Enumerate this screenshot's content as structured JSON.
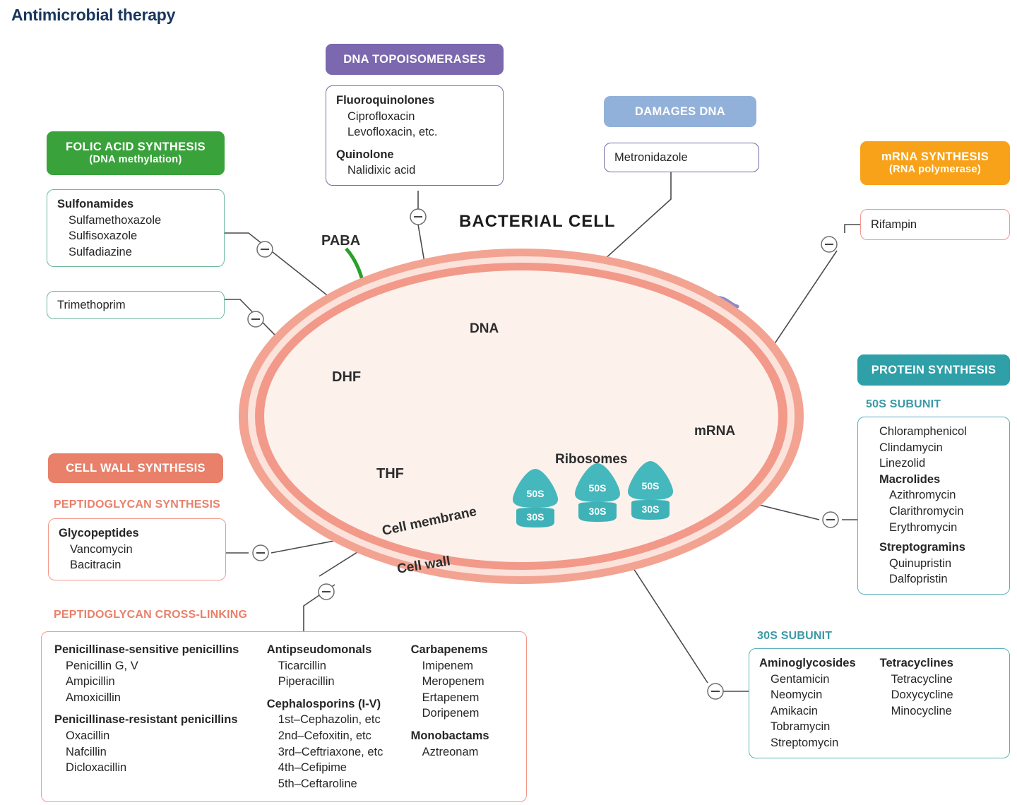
{
  "page": {
    "title": "Antimicrobial therapy"
  },
  "colors": {
    "title": "#17365d",
    "folic_green": "#3aa23b",
    "topo_purple": "#7b68ae",
    "damages_blue": "#92b1da",
    "mrna_orange": "#f8a21a",
    "cellwall_salmon": "#e8806a",
    "protein_teal": "#2f9fa8",
    "subunit_teal": "#3a9aa6",
    "cell_wall": "#f3a391",
    "cell_membrane": "#f2998a",
    "cytoplasm": "#fdf1ec",
    "dna_purple": "#6c6bac",
    "mrna_yellow": "#f5a623",
    "ribosome_teal": "#45b8bd",
    "arrow_green": "#2aa02a",
    "connector": "#4a4a4a"
  },
  "cell": {
    "name": "BACTERIAL CELL",
    "dna_label": "DNA",
    "mrna_label": "mRNA",
    "ribosomes_label": "Ribosomes",
    "paba": "PABA",
    "dhf": "DHF",
    "thf": "THF",
    "membrane_label": "Cell membrane",
    "wall_label": "Cell wall",
    "ribosomes": [
      {
        "large": "50S",
        "small": "30S"
      },
      {
        "large": "50S",
        "small": "30S"
      },
      {
        "large": "50S",
        "small": "30S"
      }
    ]
  },
  "sections": {
    "folic_acid": {
      "header_line1": "FOLIC ACID SYNTHESIS",
      "header_line2": "(DNA methylation)",
      "box1": {
        "group": "Sulfonamides",
        "items": [
          "Sulfamethoxazole",
          "Sulfisoxazole",
          "Sulfadiazine"
        ]
      },
      "box2_text": "Trimethoprim"
    },
    "dna_topoisomerases": {
      "header": "DNA TOPOISOMERASES",
      "group1": "Fluoroquinolones",
      "group1_items": [
        "Ciprofloxacin",
        "Levofloxacin, etc."
      ],
      "group2": "Quinolone",
      "group2_items": [
        "Nalidixic acid"
      ]
    },
    "damages_dna": {
      "header": "DAMAGES DNA",
      "box_text": "Metronidazole"
    },
    "mrna_synthesis": {
      "header_line1": "mRNA SYNTHESIS",
      "header_line2": "(RNA polymerase)",
      "box_text": "Rifampin"
    },
    "protein_synthesis": {
      "header": "PROTEIN SYNTHESIS",
      "subunit50_label": "50S SUBUNIT",
      "subunit50_items": [
        "Chloramphenicol",
        "Clindamycin",
        "Linezolid"
      ],
      "macrolides_group": "Macrolides",
      "macrolides_items": [
        "Azithromycin",
        "Clarithromycin",
        "Erythromycin"
      ],
      "streptogramins_group": "Streptogramins",
      "streptogramins_items": [
        "Quinupristin",
        "Dalfopristin"
      ],
      "subunit30_label": "30S SUBUNIT",
      "aminoglycosides_group": "Aminoglycosides",
      "aminoglycosides_items": [
        "Gentamicin",
        "Neomycin",
        "Amikacin",
        "Tobramycin",
        "Streptomycin"
      ],
      "tetracyclines_group": "Tetracyclines",
      "tetracyclines_items": [
        "Tetracycline",
        "Doxycycline",
        "Minocycline"
      ]
    },
    "cell_wall": {
      "header": "CELL WALL SYNTHESIS",
      "peptidoglycan_synthesis_label": "PEPTIDOGLYCAN SYNTHESIS",
      "glyco_group": "Glycopeptides",
      "glyco_items": [
        "Vancomycin",
        "Bacitracin"
      ],
      "crosslinking_label": "PEPTIDOGLYCAN CROSS-LINKING",
      "col1": {
        "g1": "Penicillinase-sensitive penicillins",
        "g1_items": [
          "Penicillin G, V",
          "Ampicillin",
          "Amoxicillin"
        ],
        "g2": "Penicillinase-resistant penicillins",
        "g2_items": [
          "Oxacillin",
          "Nafcillin",
          "Dicloxacillin"
        ]
      },
      "col2": {
        "g1": "Antipseudomonals",
        "g1_items": [
          "Ticarcillin",
          "Piperacillin"
        ],
        "g2": "Cephalosporins (I-V)",
        "g2_items": [
          "1st–Cephazolin, etc",
          "2nd–Cefoxitin, etc",
          "3rd–Ceftriaxone, etc",
          "4th–Cefipime",
          "5th–Ceftaroline"
        ]
      },
      "col3": {
        "g1": "Carbapenems",
        "g1_items": [
          "Imipenem",
          "Meropenem",
          "Ertapenem",
          "Doripenem"
        ],
        "g2": "Monobactams",
        "g2_items": [
          "Aztreonam"
        ]
      }
    }
  },
  "inhibitor_symbol": "–"
}
